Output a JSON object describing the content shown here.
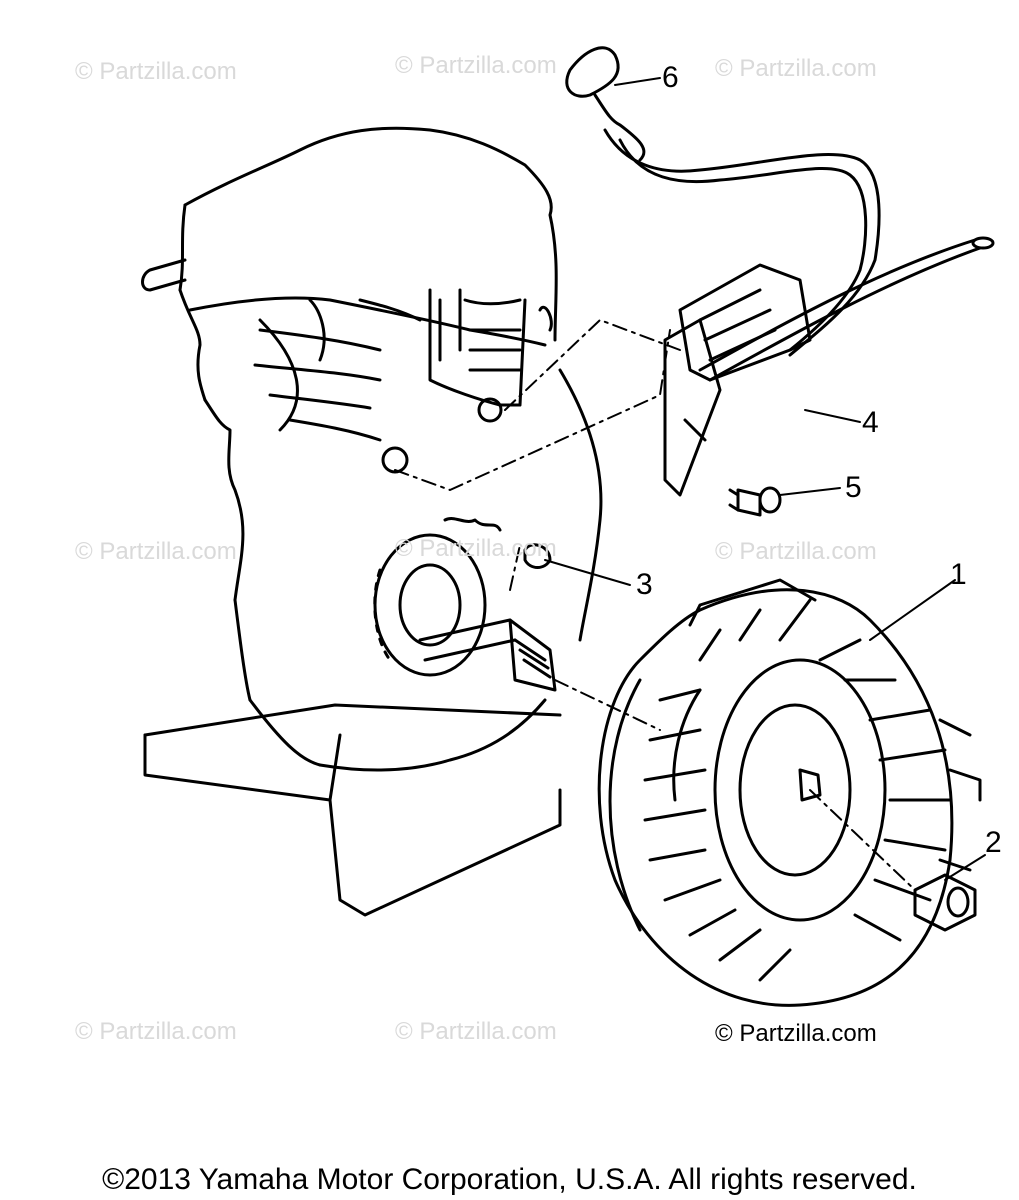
{
  "watermark_text": "© Partzilla.com",
  "callouts": [
    "1",
    "2",
    "3",
    "4",
    "5",
    "6"
  ],
  "corner_stamp": "© Partzilla.com",
  "footer": "©2013  Yamaha Motor Corporation, U.S.A. All rights reserved.",
  "colors": {
    "line": "#000000",
    "watermark": "#d9d9d9",
    "background": "#ffffff"
  }
}
